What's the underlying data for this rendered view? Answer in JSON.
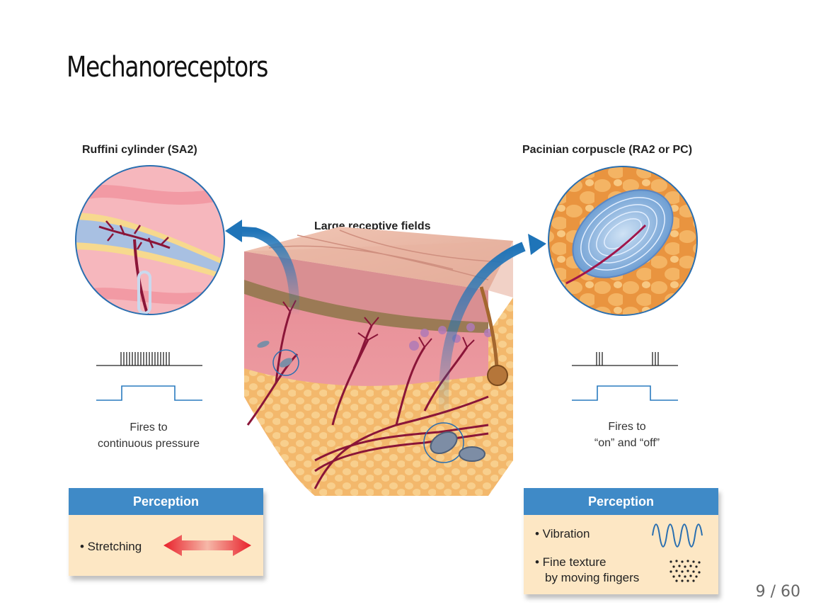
{
  "slide": {
    "title": "Mechanoreceptors",
    "page_number": "9 / 60"
  },
  "labels": {
    "left_receptor": "Ruffini cylinder (SA2)",
    "right_receptor": "Pacinian corpuscle (RA2 or PC)",
    "center": "Large receptive fields"
  },
  "left": {
    "description_line1": "Fires to",
    "description_line2": "continuous pressure",
    "perception_title": "Perception",
    "perception_items": [
      "• Stretching"
    ]
  },
  "right": {
    "description_line1": "Fires to",
    "description_line2": "“on” and “off”",
    "perception_title": "Perception",
    "perception_items": [
      "• Vibration",
      "• Fine texture",
      "by moving fingers"
    ]
  },
  "colors": {
    "perception_header": "#3f8ac7",
    "perception_body": "#fde7c4",
    "arrow_blue": "#1f74b8",
    "nerve": "#8a1538"
  }
}
